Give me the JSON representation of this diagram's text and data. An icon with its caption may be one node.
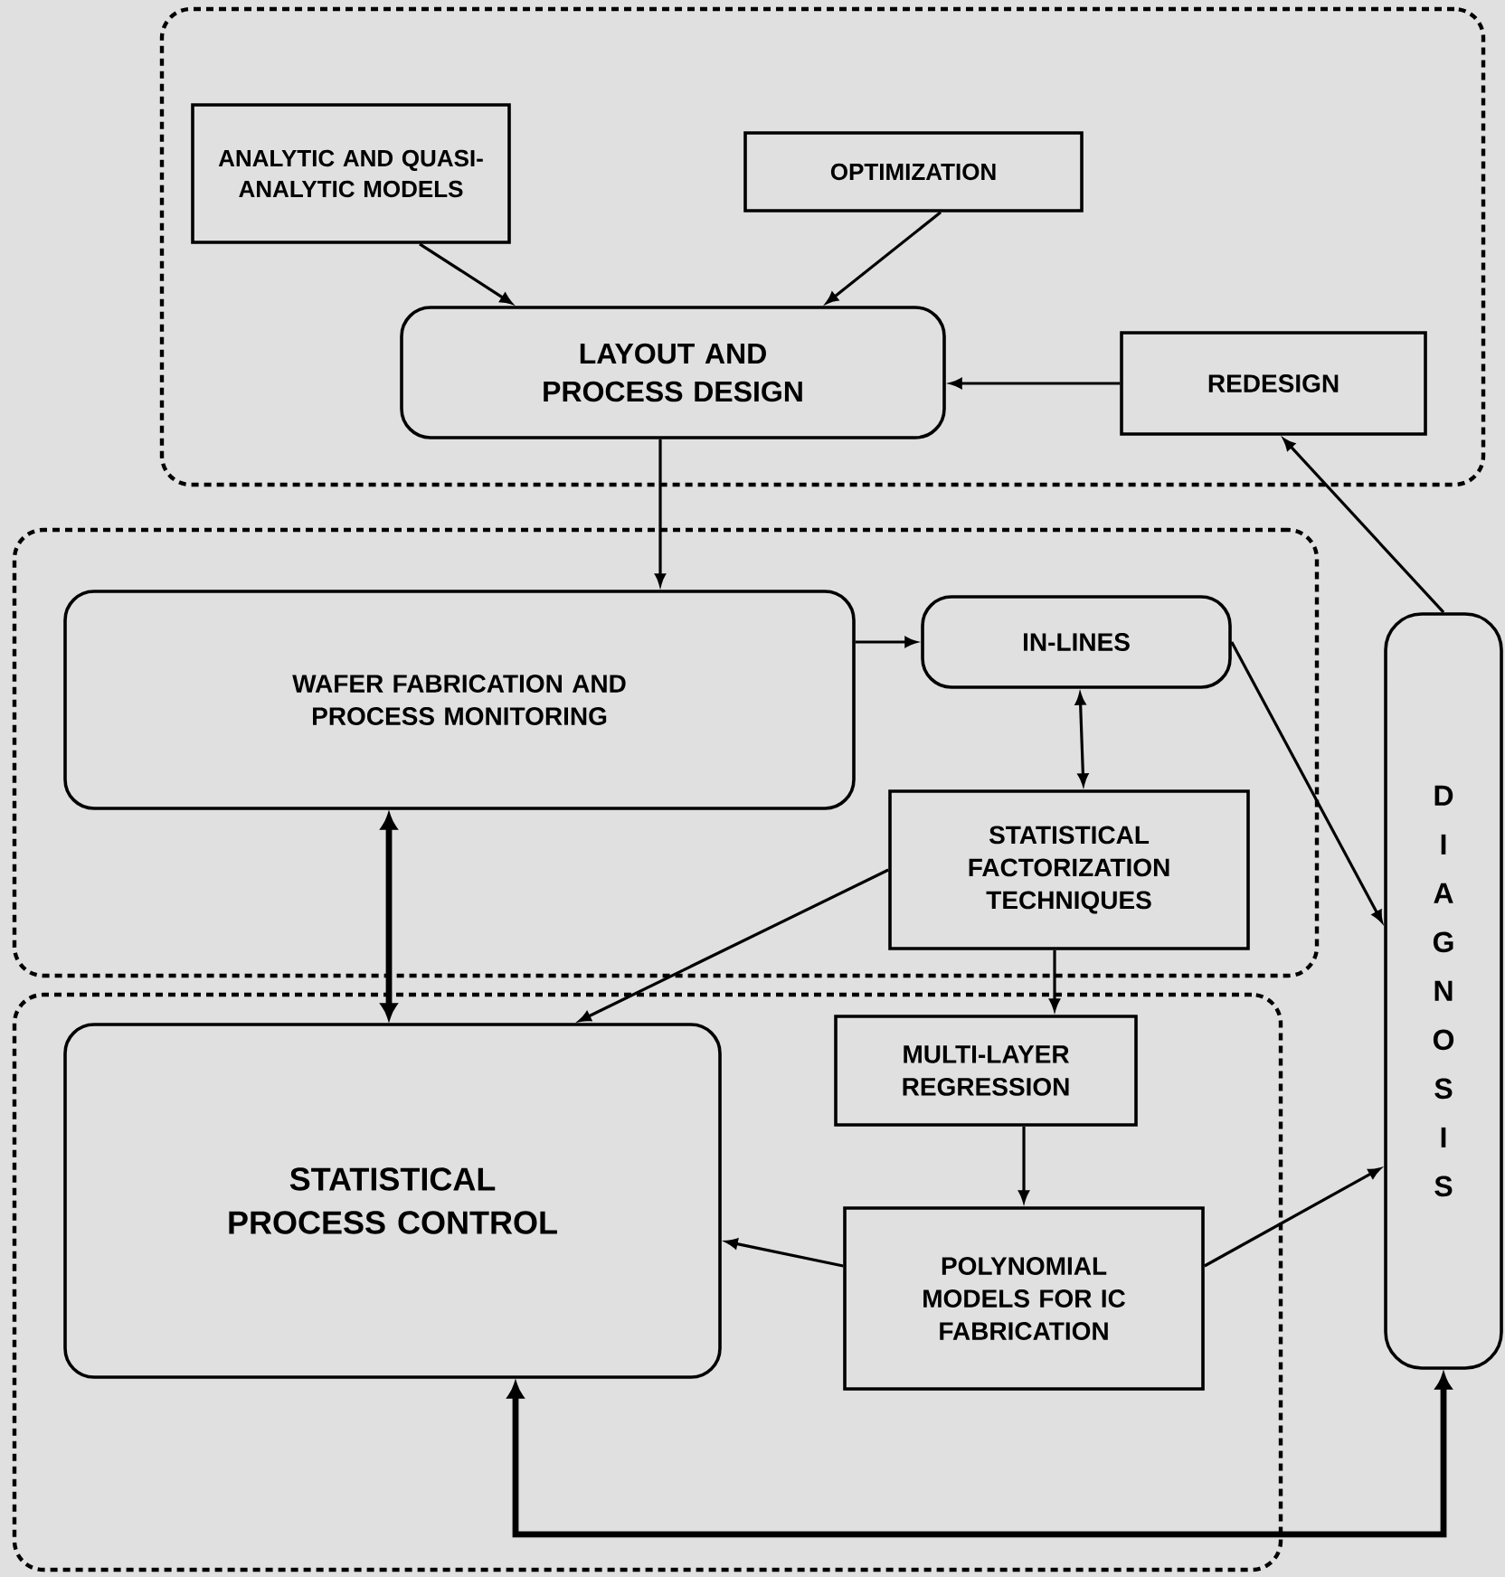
{
  "diagram": {
    "nodes": [
      {
        "text": [],
        "shape": "box"
      },
      {
        "text": [
          "ANALYTIC AND QUASI-ANALYTIC MODELS"
        ],
        "in": 0
      },
      {
        "text": [
          "OPTIMIZATION"
        ],
        "in": 0
      },
      {
        "text": [
          "LAYOUT AND PROCESS DESIGN"
        ],
        "in": 0
      },
      {
        "text": [
          "REDESIGN"
        ],
        "in": 0
      },
      {
        "text": [],
        "shape": "box"
      },
      {
        "text": [
          "WAFER FABRICATION AND PROCESS MONITORING"
        ],
        "in": 5
      },
      {
        "text": [
          "IN-LINES"
        ],
        "in": 5
      },
      {
        "text": [
          "STATISTICAL FACTORIZATION TECHNIQUES"
        ],
        "in": 5
      },
      {
        "text": [],
        "shape": "box"
      },
      {
        "text": [
          "STATISTICAL PROCESS CONTROL"
        ],
        "in": 9
      },
      {
        "text": [
          "MULTI-LAYER REGRESSION"
        ],
        "in": 9
      },
      {
        "text": [
          "POLYNOMIAL MODELS FOR IC FABRICATION"
        ],
        "in": 9
      },
      {
        "text": [
          "DIAGNOSIS"
        ]
      }
    ],
    "edges": [
      {
        "from": 1,
        "to": 3,
        "arrow": "to"
      },
      {
        "from": 2,
        "to": 3,
        "arrow": "to"
      },
      {
        "from": 4,
        "to": 3,
        "arrow": "to"
      },
      {
        "from": 13,
        "to": 4,
        "arrow": "to"
      },
      {
        "from": 3,
        "to": 6,
        "arrow": "to"
      },
      {
        "from": 6,
        "to": 7,
        "arrow": "to"
      },
      {
        "from": 7,
        "to": 8,
        "arrow": "both"
      },
      {
        "from": 7,
        "to": 13,
        "arrow": "to"
      },
      {
        "from": 8,
        "to": 10,
        "arrow": "to"
      },
      {
        "from": 8,
        "to": 11,
        "arrow": "to"
      },
      {
        "from": 6,
        "to": 10,
        "arrow": "both",
        "style": "thick"
      },
      {
        "from": 11,
        "to": 12,
        "arrow": "to"
      },
      {
        "from": 12,
        "to": 10,
        "arrow": "to"
      },
      {
        "from": 12,
        "to": 13,
        "arrow": "to"
      },
      {
        "from": 10,
        "to": 13,
        "arrow": "both",
        "style": "thick"
      }
    ]
  }
}
